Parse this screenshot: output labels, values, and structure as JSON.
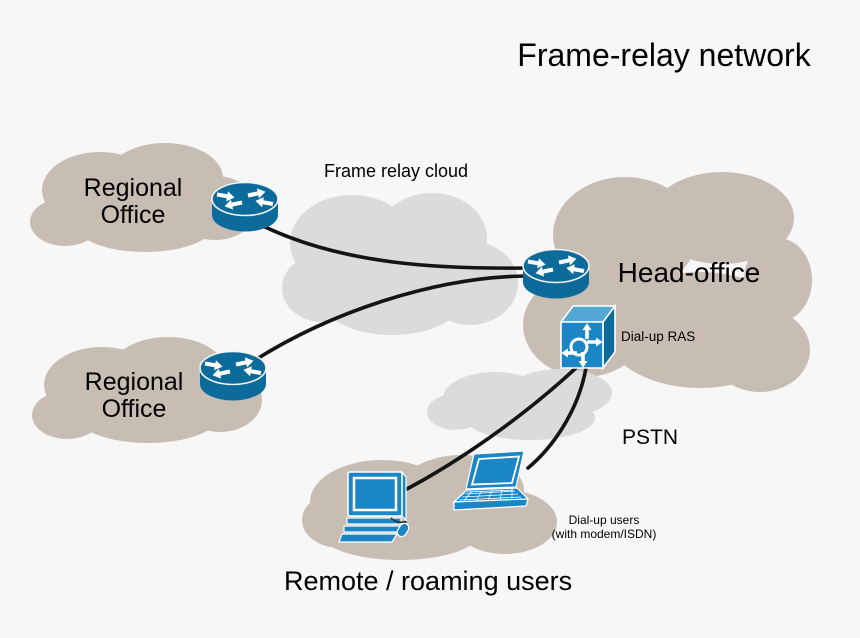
{
  "title": "Frame-relay network",
  "colors": {
    "background": "#f7f7f7",
    "office_cloud": "#c7bdb3",
    "network_cloud": "#dbdbdb",
    "router_blue": "#0d6b9b",
    "device_blue": "#1a86c5",
    "device_blue_top": "#54a6d4",
    "line": "#141414",
    "text": "#000000"
  },
  "nodes": {
    "regional_office_top": {
      "name_line1": "Regional",
      "name_line2": "Office",
      "device": "router"
    },
    "regional_office_bottom": {
      "name_line1": "Regional",
      "name_line2": "Office",
      "device": "router"
    },
    "frame_relay_cloud": {
      "name": "Frame relay cloud"
    },
    "head_office": {
      "name": "Head-office",
      "device": "router"
    },
    "dial_up_ras": {
      "name": "Dial-up RAS",
      "device": "access-server"
    },
    "pstn": {
      "name": "PSTN"
    },
    "dial_up_users": {
      "caption_line1": "Dial-up users",
      "caption_line2": "(with modem/ISDN)"
    },
    "remote_users": {
      "name": "Remote / roaming users",
      "devices": [
        "desktop-computer",
        "laptop"
      ]
    }
  },
  "connections": [
    {
      "from": "regional-office-top-router",
      "to": "head-office-router",
      "via": "frame-relay-cloud"
    },
    {
      "from": "regional-office-bottom-router",
      "to": "head-office-router",
      "via": "frame-relay-cloud"
    },
    {
      "from": "dial-up-ras",
      "to": "desktop-computer",
      "via": "pstn"
    },
    {
      "from": "dial-up-ras",
      "to": "laptop",
      "via": "pstn"
    }
  ]
}
